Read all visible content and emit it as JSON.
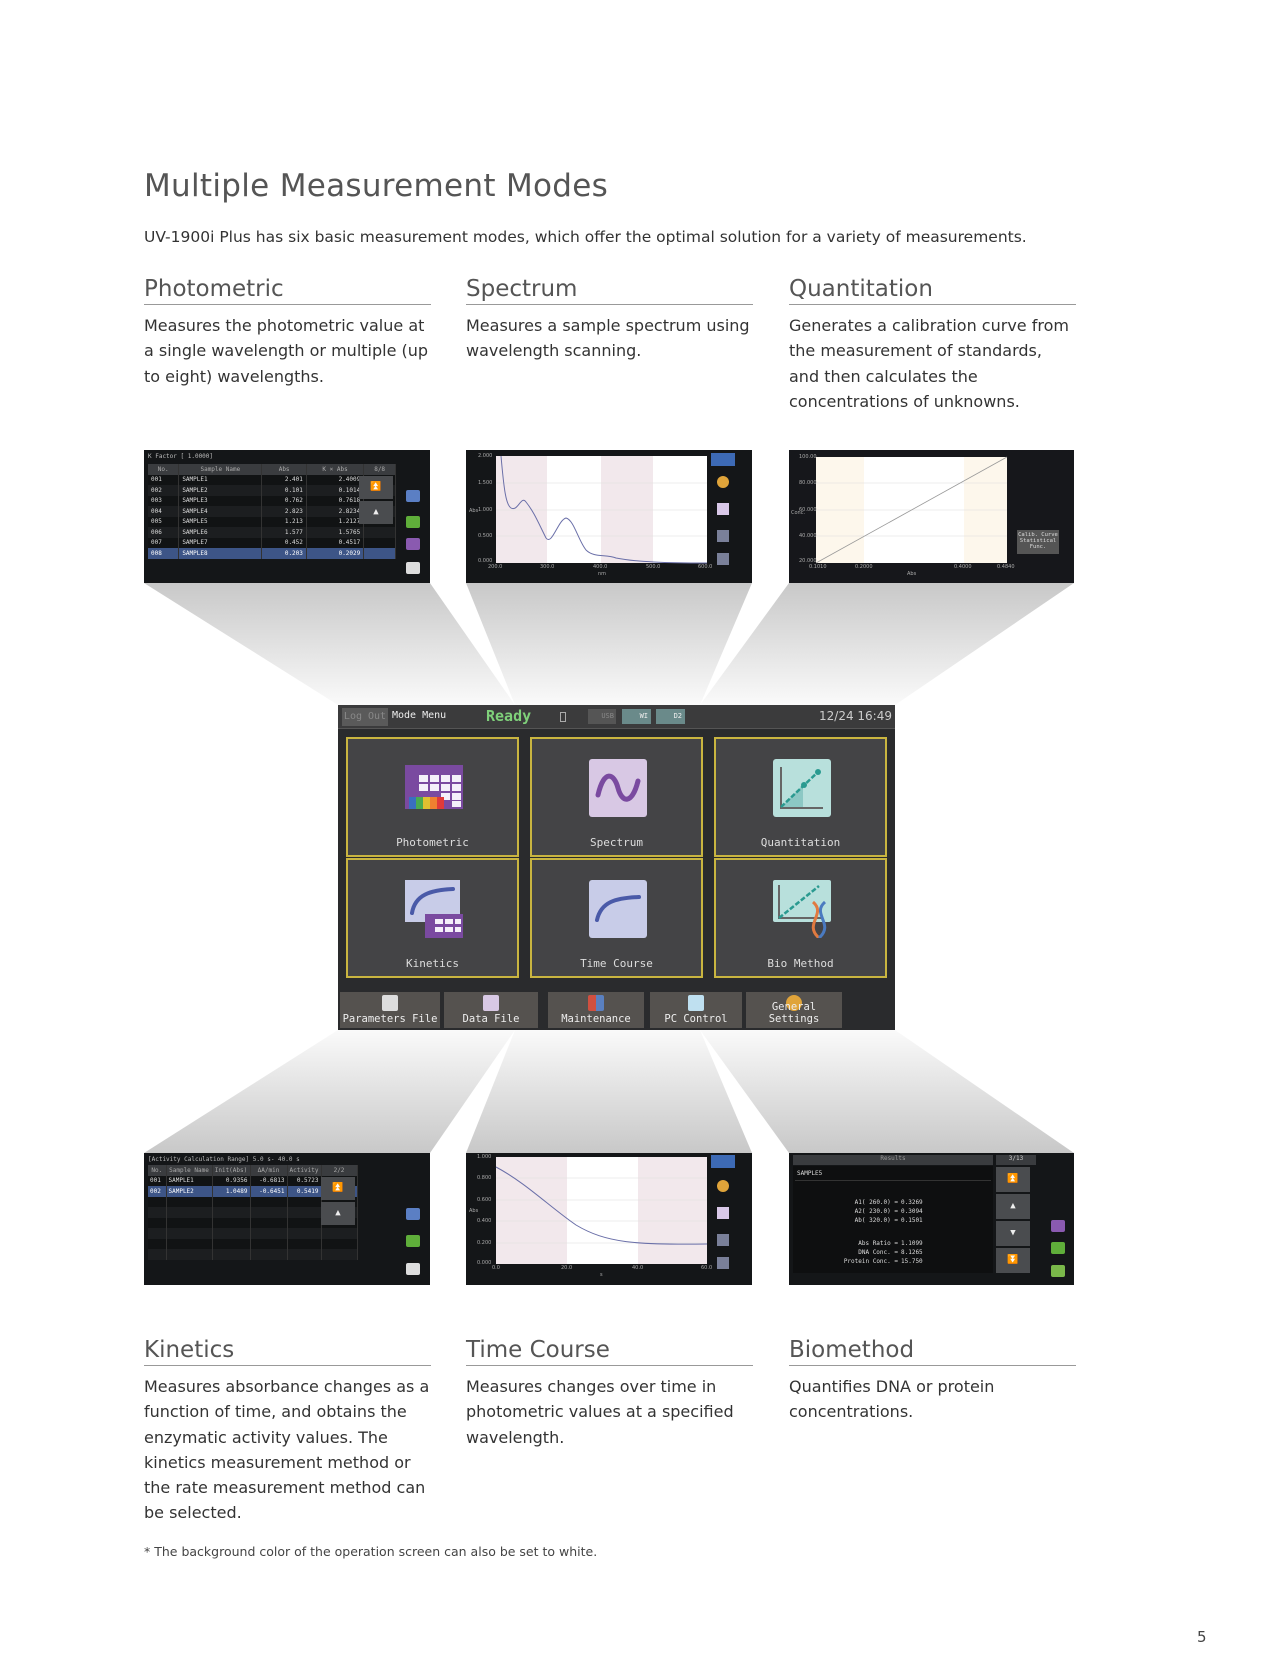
{
  "page": {
    "title": "Multiple Measurement Modes",
    "intro": "UV-1900i Plus has six basic measurement modes, which offer the optimal solution for a variety of measurements.",
    "footnote": "* The background color of the operation screen can also be set to white.",
    "page_number": "5"
  },
  "modes": [
    {
      "title": "Photometric",
      "text": "Measures the photometric value at a single wavelength or multiple (up to eight) wavelengths."
    },
    {
      "title": "Spectrum",
      "text": "Measures a sample spectrum using wavelength scanning."
    },
    {
      "title": "Quantitation",
      "text": "Generates a calibration curve from the measurement of standards, and then calculates the concentrations of unknowns."
    },
    {
      "title": "Kinetics",
      "text": "Measures absorbance changes as a function of time, and obtains the enzymatic activity values. The kinetics measurement method or the rate measurement method can be selected."
    },
    {
      "title": "Time Course",
      "text": "Measures changes over time in photometric values at a specified wavelength."
    },
    {
      "title": "Biomethod",
      "text": "Quantifies DNA or protein concentrations."
    }
  ],
  "photometric_screen": {
    "caption": "K Factor [ 1.0000]",
    "headers": [
      "No.",
      "Sample Name",
      "Abs",
      "K × Abs",
      "8/8"
    ],
    "rows": [
      [
        "001",
        "SAMPLE1",
        "2.401",
        "2.4009"
      ],
      [
        "002",
        "SAMPLE2",
        "0.101",
        "0.1014"
      ],
      [
        "003",
        "SAMPLE3",
        "0.762",
        "0.7618"
      ],
      [
        "004",
        "SAMPLE4",
        "2.823",
        "2.8234"
      ],
      [
        "005",
        "SAMPLE5",
        "1.213",
        "1.2127"
      ],
      [
        "006",
        "SAMPLE6",
        "1.577",
        "1.5765"
      ],
      [
        "007",
        "SAMPLE7",
        "0.452",
        "0.4517"
      ],
      [
        "008",
        "SAMPLE8",
        "0.203",
        "0.2029"
      ]
    ]
  },
  "spectrum_screen": {
    "y_ticks": [
      "2.000",
      "1.500",
      "1.000",
      "0.500",
      "0.000"
    ],
    "x_ticks": [
      "200.0",
      "300.0",
      "400.0",
      "500.0",
      "600.0"
    ],
    "ylabel": "Abs",
    "xlabel": "nm"
  },
  "quant_screen": {
    "y_ticks": [
      "100.00",
      "80.000",
      "60.000",
      "40.000",
      "20.000"
    ],
    "x_ticks": [
      "0.1010",
      "0.2000",
      "0.4000",
      "0.4840"
    ],
    "ylabel": "Conc.",
    "xlabel": "Abs",
    "button": "Calib. Curve Statistical Func."
  },
  "kinetics_screen": {
    "caption": "[Activity Calculation Range]   5.0 s-  40.0 s",
    "headers": [
      "No.",
      "Sample Name",
      "Init(Abs)",
      "ΔA/min",
      "Activity",
      "2/2"
    ],
    "rows": [
      [
        "001",
        "SAMPLE1",
        "0.9356",
        "-0.6813",
        "0.5723"
      ],
      [
        "002",
        "SAMPLE2",
        "1.0489",
        "-0.6451",
        "0.5419"
      ]
    ]
  },
  "timecourse_screen": {
    "y_ticks": [
      "1.000",
      "0.800",
      "0.600",
      "0.400",
      "0.200",
      "0.000"
    ],
    "x_ticks": [
      "0.0",
      "20.0",
      "40.0",
      "60.0"
    ],
    "ylabel": "Abs",
    "xlabel": "s"
  },
  "bio_screen": {
    "header": "Results",
    "page": "3/13",
    "sample": "SAMPLE5",
    "lines": [
      [
        "A1( 260.0) =",
        "0.3269"
      ],
      [
        "A2( 230.0) =",
        "0.3094"
      ],
      [
        "Ab( 320.0) =",
        "0.1501"
      ],
      [
        "Abs Ratio =",
        "1.1099"
      ],
      [
        "DNA Conc. =",
        "8.1265"
      ],
      [
        "Protein Conc. =",
        "15.750"
      ]
    ]
  },
  "main_screen": {
    "logout": "Log Out",
    "menu": "Mode Menu",
    "status": "Ready",
    "usb": "USB",
    "wi": "WI",
    "d2": "D2",
    "datetime": "12/24  16:49",
    "tiles": [
      "Photometric",
      "Spectrum",
      "Quantitation",
      "Kinetics",
      "Time Course",
      "Bio Method"
    ],
    "bottom": [
      "Parameters File",
      "Data File",
      "Maintenance",
      "PC Control",
      "General Settings"
    ]
  }
}
